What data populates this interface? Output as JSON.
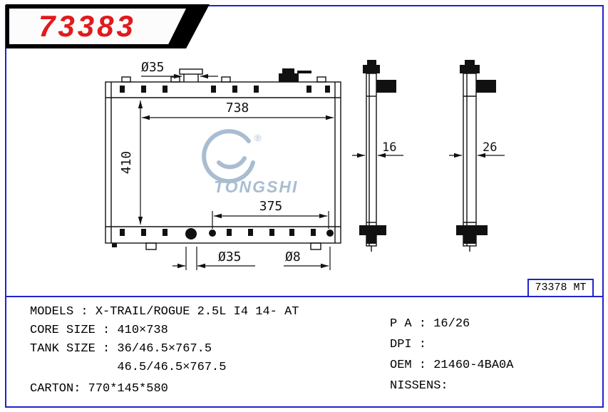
{
  "banner": {
    "part_number": "73383"
  },
  "drawing": {
    "dims": {
      "top_pipe": "Ø35",
      "width": "738",
      "height": "410",
      "bottom_span": "375",
      "bottom_pipe": "Ø35",
      "drain": "Ø8",
      "thickness_left": "16",
      "thickness_right": "26"
    },
    "logo": {
      "text": "TONGSHI",
      "mark": "®"
    },
    "ref_code": "73378 MT"
  },
  "specs": {
    "left": [
      {
        "label": "MODELS : ",
        "value": "X-TRAIL/ROGUE 2.5L I4 14- AT"
      },
      {
        "label": "CORE SIZE : ",
        "value": "410×738"
      },
      {
        "label": "TANK SIZE : ",
        "value": "36/46.5×767.5"
      },
      {
        "label": "",
        "value": "46.5/46.5×767.5"
      },
      {
        "label": "CARTON: ",
        "value": "770*145*580"
      }
    ],
    "right": [
      {
        "label": "P A : ",
        "value": "16/26"
      },
      {
        "label": "DPI : ",
        "value": ""
      },
      {
        "label": "OEM : ",
        "value": "21460-4BA0A"
      },
      {
        "label": "NISSENS:",
        "value": ""
      }
    ]
  },
  "colors": {
    "accent_blue": "#2222cc",
    "banner_red": "#e11a1c",
    "logo_blue": "#a9bdd2",
    "line_black": "#111111"
  }
}
